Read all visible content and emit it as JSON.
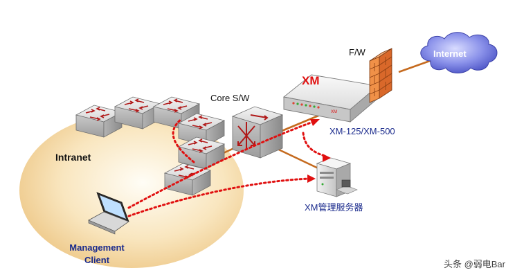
{
  "labels": {
    "intranet": "Intranet",
    "core_switch": "Core S/W",
    "xm_brand": "XM",
    "xm_model": "XM-125/XM-500",
    "firewall": "F/W",
    "internet": "Internet",
    "server": "XM管理服务器",
    "client_line1": "Management",
    "client_line2": "Client",
    "device_face_text": "XM",
    "watermark": "头条 @弱电Bar"
  },
  "colors": {
    "oval_fill": "#f3d9a6",
    "link_line": "#c56a1e",
    "dotted_path": "#e01010",
    "xm_brand": "#e01010",
    "client_text": "#1a2a8c",
    "server_text": "#1a2a8c",
    "firewall_brick": "#e9803a",
    "cloud_fill": "#7f86e3"
  },
  "icons": {
    "switch": "network-switch-icon",
    "router": "core-router-icon",
    "appliance": "xm-appliance-icon",
    "firewall": "firewall-icon",
    "cloud": "internet-cloud-icon",
    "server": "server-icon",
    "laptop": "laptop-icon"
  }
}
